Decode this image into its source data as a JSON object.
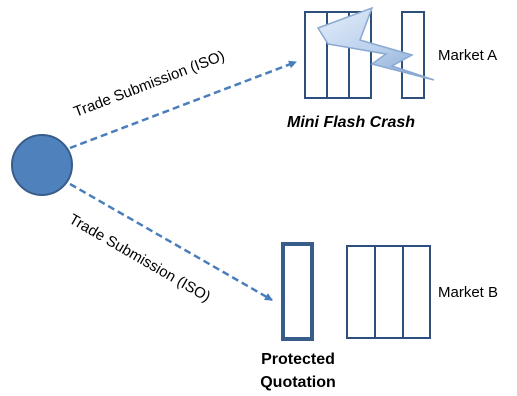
{
  "arrows": {
    "upper_label": "Trade Submission (ISO)",
    "lower_label": "Trade Submission (ISO)",
    "color": "#4a7ebb"
  },
  "market_a": {
    "label": "Market A",
    "caption": "Mini Flash Crash",
    "order_columns": 4
  },
  "market_b": {
    "label": "Market B",
    "order_columns": 3,
    "protected_caption_line1": "Protected",
    "protected_caption_line2": "Quotation"
  },
  "colors": {
    "node_fill": "#4f81bd",
    "node_stroke": "#385d8a",
    "box_stroke": "#2c4f7c",
    "protected_stroke": "#385d8a",
    "lightning_light": "#dce8f7",
    "lightning_dark": "#7ea1cf"
  },
  "icons": {
    "trader": "circle-node-icon",
    "flash_crash": "lightning-bolt-icon"
  }
}
